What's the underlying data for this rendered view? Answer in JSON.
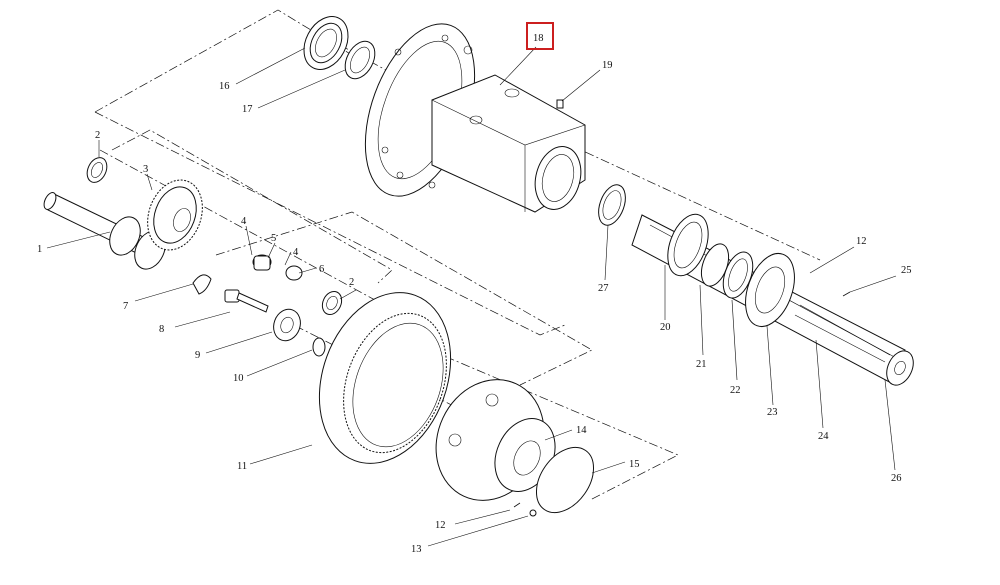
{
  "diagram": {
    "callouts": [
      {
        "id": "c1",
        "label": "1"
      },
      {
        "id": "c2a",
        "label": "2"
      },
      {
        "id": "c2b",
        "label": "2"
      },
      {
        "id": "c3",
        "label": "3"
      },
      {
        "id": "c4a",
        "label": "4"
      },
      {
        "id": "c4b",
        "label": "4"
      },
      {
        "id": "c5",
        "label": "5"
      },
      {
        "id": "c6",
        "label": "6"
      },
      {
        "id": "c7",
        "label": "7"
      },
      {
        "id": "c8",
        "label": "8"
      },
      {
        "id": "c9",
        "label": "9"
      },
      {
        "id": "c10",
        "label": "10"
      },
      {
        "id": "c11",
        "label": "11"
      },
      {
        "id": "c12a",
        "label": "12"
      },
      {
        "id": "c12b",
        "label": "12"
      },
      {
        "id": "c13",
        "label": "13"
      },
      {
        "id": "c14",
        "label": "14"
      },
      {
        "id": "c15",
        "label": "15"
      },
      {
        "id": "c16",
        "label": "16"
      },
      {
        "id": "c17",
        "label": "17"
      },
      {
        "id": "c18",
        "label": "18"
      },
      {
        "id": "c19",
        "label": "19"
      },
      {
        "id": "c20",
        "label": "20"
      },
      {
        "id": "c21",
        "label": "21"
      },
      {
        "id": "c22",
        "label": "22"
      },
      {
        "id": "c23",
        "label": "23"
      },
      {
        "id": "c24",
        "label": "24"
      },
      {
        "id": "c25",
        "label": "25"
      },
      {
        "id": "c26",
        "label": "26"
      },
      {
        "id": "c27",
        "label": "27"
      }
    ],
    "highlight": {
      "label": "18",
      "color": "#cc1f1f"
    }
  }
}
